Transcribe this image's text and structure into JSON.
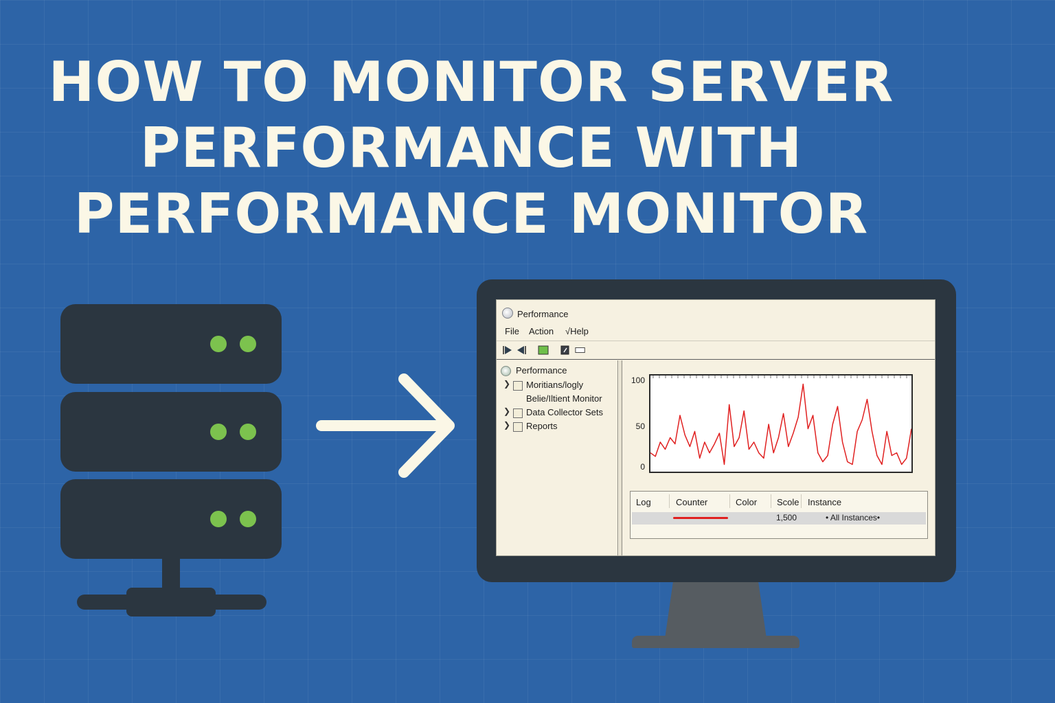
{
  "headline": {
    "line1": "HOW TO MONITOR SERVER",
    "line2": "PERFORMANCE WITH",
    "line3": "PERFORMANCE MONITOR"
  },
  "colors": {
    "background": "#2d64a7",
    "device_dark": "#2b3640",
    "led_green": "#7cc24e",
    "arrow": "#fbf7e6",
    "graph_line": "#e02020",
    "screen_bg": "#f6f1e1"
  },
  "window": {
    "title": "Performance",
    "icon": "performance-app-icon",
    "menu": [
      "File",
      "Action",
      "√Help"
    ],
    "toolbar_icons": [
      "play-icon",
      "back-icon",
      "green-square-icon",
      "help-icon",
      "window-icon"
    ]
  },
  "tree": {
    "root": "Performance",
    "items": [
      {
        "label": "Moritians/logly",
        "expandable": true,
        "checkbox": true
      },
      {
        "label": "Belie/Iltient Monitor",
        "expandable": false,
        "checkbox": false
      },
      {
        "label": "Data Collector Sets",
        "expandable": true,
        "checkbox": true
      },
      {
        "label": "Reports",
        "expandable": true,
        "checkbox": true
      }
    ]
  },
  "chart_data": {
    "type": "line",
    "y_ticks": [
      "100",
      "50",
      "0"
    ],
    "ylim": [
      0,
      100
    ],
    "grid": false,
    "series": [
      {
        "color": "#e02020",
        "values": [
          18,
          14,
          30,
          22,
          35,
          28,
          60,
          38,
          25,
          42,
          12,
          30,
          18,
          28,
          40,
          5,
          72,
          25,
          35,
          65,
          22,
          30,
          18,
          12,
          50,
          18,
          35,
          62,
          25,
          40,
          58,
          95,
          45,
          60,
          18,
          8,
          15,
          50,
          70,
          30,
          8,
          5,
          42,
          55,
          78,
          42,
          15,
          5,
          42,
          15,
          18,
          5,
          12,
          45
        ]
      }
    ]
  },
  "table": {
    "headers": [
      "Log",
      "Counter",
      "Color",
      "Scole",
      "Instance"
    ],
    "row": {
      "scale": "1,500",
      "instance": "• All Instances•"
    }
  }
}
